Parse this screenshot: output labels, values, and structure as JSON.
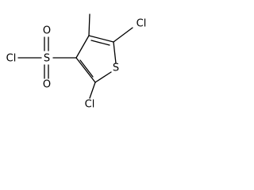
{
  "molecule": {
    "atoms": {
      "cl_sulfonyl": "Cl",
      "s_sulfonyl": "S",
      "o_top": "O",
      "o_bottom": "O",
      "cl_top_right": "Cl",
      "s_ring": "S",
      "cl_bottom": "Cl"
    }
  }
}
